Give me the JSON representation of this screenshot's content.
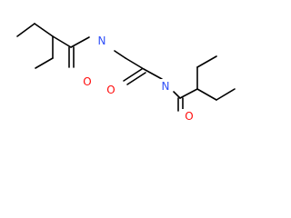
{
  "molecule": {
    "atom_labels": {
      "n1": "N",
      "n2": "N",
      "o1": "O",
      "o2": "O",
      "o3": "O"
    },
    "colors": {
      "bond": "#000000",
      "oxygen": "#ff0d0d",
      "nitrogen": "#3050f8",
      "background": "#ffffff"
    }
  }
}
